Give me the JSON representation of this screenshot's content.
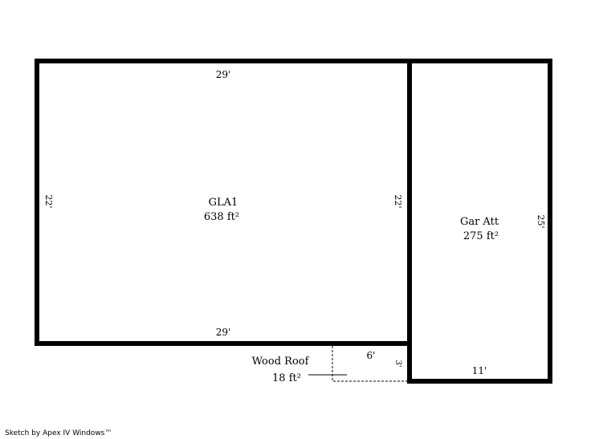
{
  "areas": [
    {
      "name": "GLA1",
      "area": "638 ft²",
      "dims": {
        "top": "29'",
        "bottom": "29'",
        "left": "22'",
        "right": "22'"
      }
    },
    {
      "name": "Gar Att",
      "area": "275 ft²",
      "dims": {
        "bottom": "11'",
        "right": "25'"
      }
    },
    {
      "name": "Wood Roof",
      "area": "18 ft²",
      "dims": {
        "top": "6'",
        "right": "3'"
      }
    }
  ],
  "footer": "Sketch by Apex IV Windows™",
  "colors": {
    "line": "#000000",
    "background": "#ffffff"
  }
}
